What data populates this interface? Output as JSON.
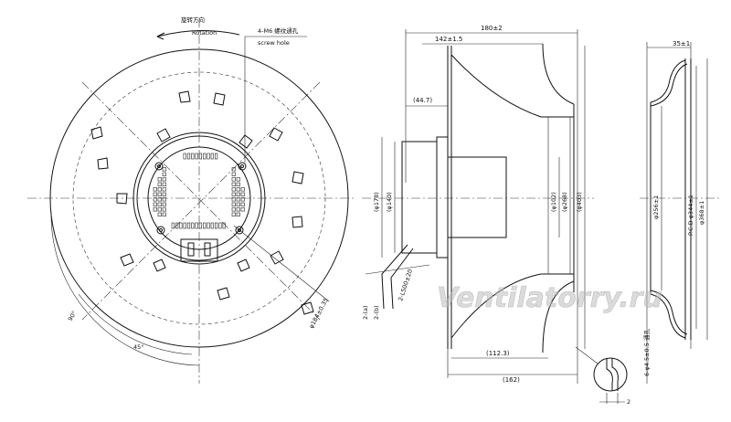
{
  "labels": {
    "rotation_cn": "旋转方向",
    "rotation_en": "Rotation",
    "screw_cn": "4-M6 螺纹通孔",
    "screw_en": "screw hole",
    "angle_90": "90°",
    "angle_45": "45°",
    "dia_184": "φ184±0.35",
    "dim_180": "180±2",
    "dim_142": "142±1.5",
    "dim_44": "(44.7)",
    "dia_178": "(φ178)",
    "dia_140": "(φ140)",
    "wire_a": "2-(a)",
    "wire_b": "2-(b)",
    "wire_len": "2-L500±20",
    "dia_102": "(φ102)",
    "dia_268": "(φ268)",
    "dia_403": "(φ403)",
    "dim_112": "(112.3)",
    "dim_162": "(162)",
    "dim_35": "35±1",
    "dia_256": "φ256±1",
    "pcd": "P.C.D φ344±1",
    "dia_368": "φ368±1",
    "holes": "6-φ4.5±0.5 通孔",
    "detail_2": "2",
    "watermark": "Ventilatorry.ru"
  }
}
